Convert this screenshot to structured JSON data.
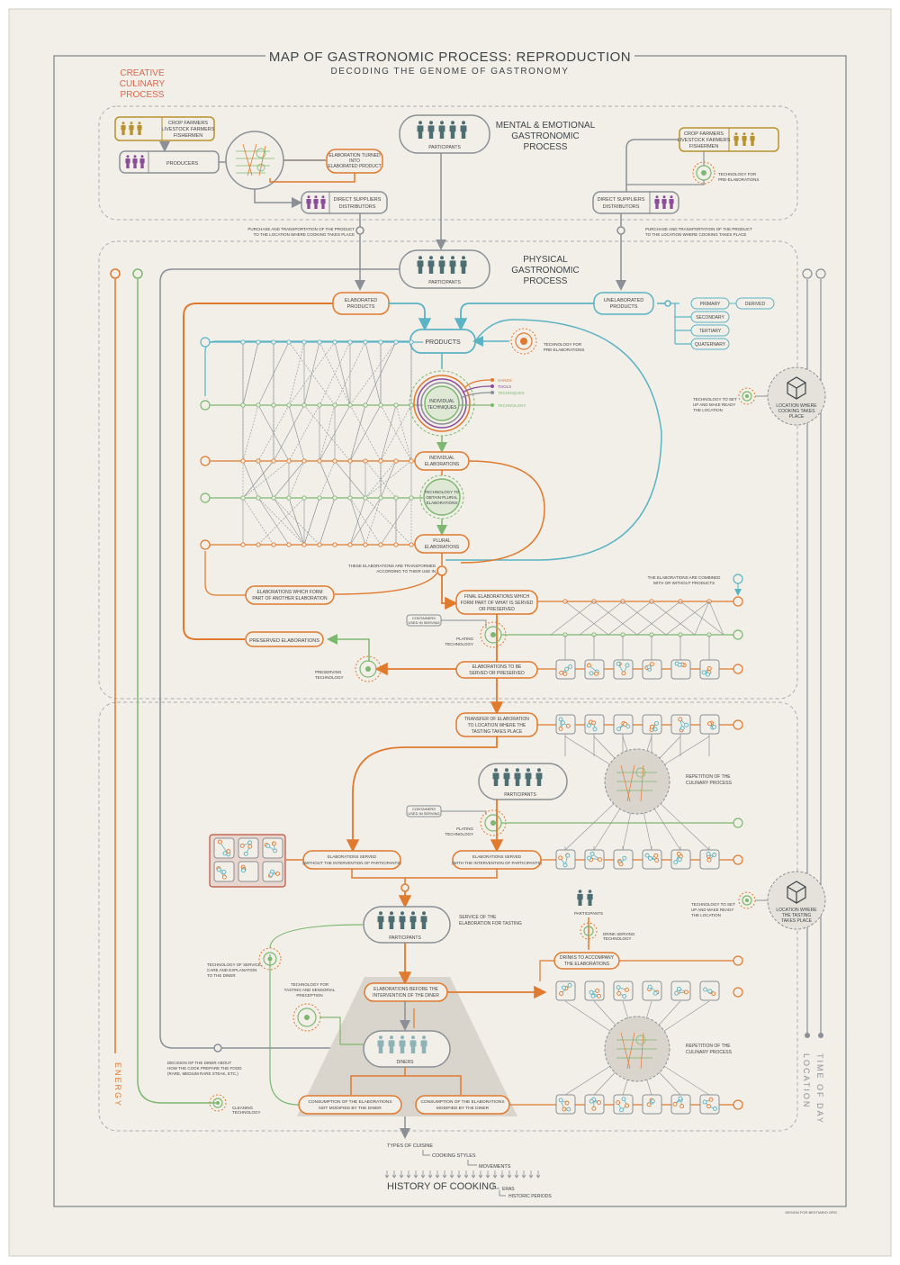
{
  "title": "MAP OF GASTRONOMIC PROCESS: REPRODUCTION",
  "subtitle": "DECODING THE GENOME OF GASTRONOMY",
  "creative_label": [
    "CREATIVE",
    "CULINARY",
    "PROCESS"
  ],
  "mental": {
    "heading": [
      "MENTAL & EMOTIONAL",
      "GASTRONOMIC",
      "PROCESS"
    ],
    "left_producers_box": [
      "CROP FARMERS",
      "LIVESTOCK FARMERS",
      "FISHERMEN"
    ],
    "producers": "PRODUCERS",
    "elaboration_turned": [
      "ELABORATION TURNED",
      "INTO",
      "ELABORATED PRODUCT"
    ],
    "direct_suppliers": [
      "DIRECT SUPPLIERS",
      "DISTRIBUTORS"
    ],
    "participants": "PARTICIPANTS",
    "right_producers_box": [
      "CROP FARMERS",
      "LIVESTOCK FARMERS",
      "FISHERMEN"
    ],
    "tech_pre": [
      "TECHNOLOGY FOR",
      "PRE-ELABORATIONS"
    ],
    "purchase_left": [
      "PURCHASE AND TRANSPORTATION OF THE PRODUCT",
      "TO THE LOCATION WHERE COOKING TAKES PLACE"
    ],
    "purchase_right": [
      "PURCHASE AND TRANSPORTATION OF THE PRODUCT",
      "TO THE LOCATION WHERE COOKING TAKES PLACE"
    ]
  },
  "physical": {
    "heading": [
      "PHYSICAL",
      "GASTRONOMIC",
      "PROCESS"
    ],
    "participants": "PARTICIPANTS",
    "elaborated_products": [
      "ELABORATED",
      "PRODUCTS"
    ],
    "unelaborated_products": [
      "UNELABORATED",
      "PRODUCTS"
    ],
    "products": "PRODUCTS",
    "tech_pre": [
      "TECHNOLOGY FOR",
      "PRE-ELABORATIONS"
    ],
    "categories": [
      "PRIMARY",
      "SECONDARY",
      "TERTIARY",
      "QUATERNARY"
    ],
    "derived": "DERIVED",
    "technique_legend": [
      "HANDS",
      "TOOLS",
      "TECHNIQUES",
      "TECHNOLOGY"
    ],
    "individual_techniques": [
      "INDIVIDUAL",
      "TECHNIQUES"
    ],
    "individual_elaborations": [
      "INDIVIDUAL",
      "ELABORATIONS"
    ],
    "tech_plural": [
      "TECHNOLOGY TO",
      "OBTAIN PLURAL",
      "ELABORATIONS"
    ],
    "plural_elaborations": [
      "PLURAL",
      "ELABORATIONS"
    ],
    "tech_location": [
      "TECHNOLOGY TO SET",
      "UP AND MAKE READY",
      "THE LOCATION"
    ],
    "location_cooking": [
      "LOCATION WHERE",
      "COOKING TAKES",
      "PLACE"
    ],
    "transformed_note": [
      "THESE ELABORATIONS ARE TRANSFORMED",
      "ACCORDING TO THEIR USE IN"
    ],
    "form_part": [
      "ELABORATIONS WHICH FORM",
      "PART OF ANOTHER ELABORATION"
    ],
    "final_elaborations": [
      "FINAL ELABORATIONS WHICH",
      "FORM PART OF WHAT IS SERVED",
      "OR PRESERVED"
    ],
    "combined_note": [
      "THE ELABORATIONS ARE COMBINED",
      "WITH OR WITHOUT PRODUCTS"
    ],
    "containers": [
      "CONTAINERS",
      "USED IN SERVING"
    ],
    "plating": [
      "PLATING",
      "TECHNOLOGY"
    ],
    "preserved": "PRESERVED ELABORATIONS",
    "preserving_tech": [
      "PRESERVING",
      "TECHNOLOGY"
    ],
    "to_be_served": [
      "ELABORATIONS TO BE",
      "SERVED OR PRESERVED"
    ]
  },
  "tasting": {
    "transfer": [
      "TRANSFER OF ELABORATION",
      "TO LOCATION WHERE THE",
      "TASTING TAKES PLACE"
    ],
    "participants": "PARTICIPANTS",
    "repetition": [
      "REPETITION OF THE",
      "CULINARY PROCESS"
    ],
    "containers": [
      "CONTAINERS",
      "USED IN SERVING"
    ],
    "plating": [
      "PLATING",
      "TECHNOLOGY"
    ],
    "served_without": [
      "ELABORATIONS SERVED",
      "(WITHOUT THE INTERVENTION OF PARTICIPANTS)"
    ],
    "served_with": [
      "ELABORATIONS SERVED",
      "(WITH THE INTERVENTION OF PARTICIPANTS)"
    ],
    "tech_location": [
      "TECHNOLOGY TO SET",
      "UP AND MAKE READY",
      "THE LOCATION"
    ],
    "location_tasting": [
      "LOCATION WHERE",
      "THE TASTING",
      "TAKES PLACE"
    ],
    "service": [
      "SERVICE OF THE",
      "ELABORATION FOR TASTING"
    ],
    "participants2": "PARTICIPANTS",
    "drink_tech": [
      "DRINK SERVING",
      "TECHNOLOGY"
    ],
    "drinks": [
      "DRINKS TO ACCOMPANY",
      "THE ELABORATIONS"
    ],
    "tech_service": [
      "TECHNOLOGY OF SERVICE,",
      "CARE AND EXPLANATION",
      "TO THE DINER"
    ],
    "tech_tasting": [
      "TECHNOLOGY FOR",
      "TASTING AND SENSORIAL",
      "PRECEPTION"
    ],
    "before_diner": [
      "ELABORATIONS BEFORE THE",
      "INTERVENTION OF THE DINER"
    ],
    "repetition2": [
      "REPETITION OF THE",
      "CULINARY PROCESS"
    ],
    "diners": "DINERS",
    "decision": [
      "DECISION OF THE DINER ABOUT",
      "HOW THE COOK PREPARE THE FOOD",
      "(RARE, MEDIUM RARE STEAK, ETC.)"
    ],
    "cleaning": [
      "CLEANING",
      "TECHNOLOGY"
    ],
    "not_modified": [
      "CONSUMPTION OF THE ELABORATIONS",
      "NOT MODIFIED BY THE DINER"
    ],
    "modified": [
      "CONSUMPTION OF THE ELABORATIONS",
      "MODIFIED BY THE DINER"
    ]
  },
  "history": {
    "types": "TYPES OF CUISINE",
    "styles": "COOKING STYLES",
    "movements": "MOVEMENTS",
    "history": "HISTORY OF COOKING",
    "eras": "ERAS",
    "periods": "HISTORIC PERIODS"
  },
  "side_labels": {
    "energy": "ENERGY",
    "location": "LOCATION",
    "time": "TIME OF DAY"
  },
  "credit": "DESIGN FOR BESTIARIO.ORG",
  "colors": {
    "orange": "#e07a2e",
    "blue": "#5bb3c3",
    "green": "#7cb870",
    "gray": "#8a9096",
    "purple": "#8b4c9a",
    "teal_person": "#4d6e72",
    "red_title": "#d56a4e",
    "bg": "#f2efe9"
  }
}
